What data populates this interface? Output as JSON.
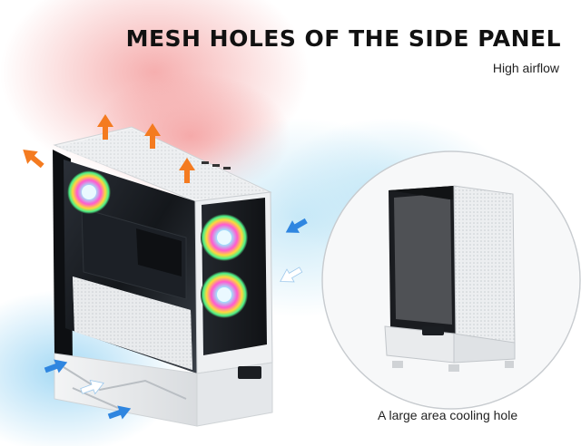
{
  "heading": {
    "title": "MESH HOLES OF THE SIDE PANEL",
    "subtitle": "High airflow"
  },
  "detail": {
    "caption": "A large area cooling hole"
  },
  "colors": {
    "hot_air": "#f47b20",
    "cool_air": "#2f86e0",
    "case_frame": "#ffffff",
    "case_glass": "#1a1d22"
  },
  "icons": {
    "exhaust": "arrow-up-orange",
    "intake": "arrow-right-blue"
  }
}
